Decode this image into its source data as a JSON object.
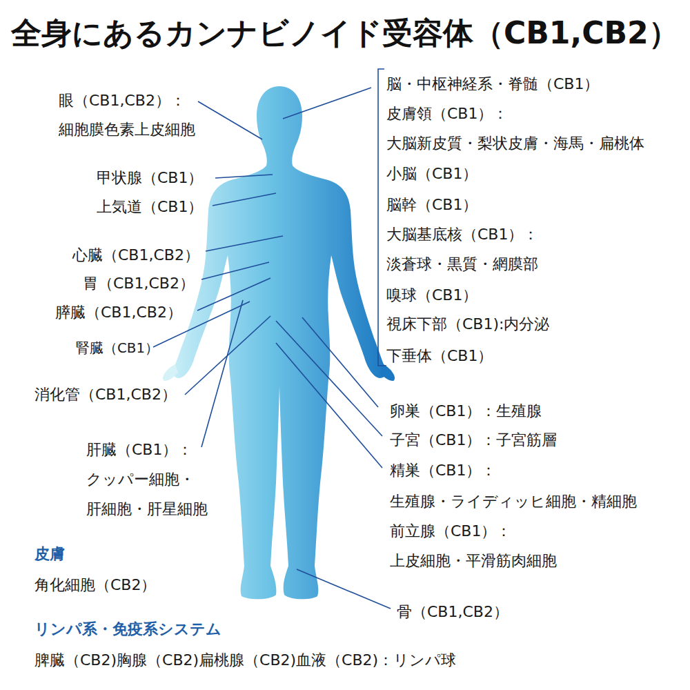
{
  "diagram": {
    "title": "全身にあるカンナビノイド受容体（CB1,CB2）",
    "labels": [
      "眼（CB1,CB2）：",
      "細胞膜色素上皮細胞",
      "甲状腺（CB1）",
      "上気道（CB1）",
      "心臓（CB1,CB2）",
      "胃（CB1,CB2）",
      "膵臓（CB1,CB2）",
      "腎臓（CB1）",
      "消化管（CB1,CB2）",
      "肝臓（CB1）：",
      "クッパー細胞・",
      "肝細胞・肝星細胞",
      "皮膚",
      "角化細胞（CB2）",
      "リンパ系・免疫系システム",
      "脾臓（CB2)胸腺（CB2)扁桃腺（CB2)血液（CB2)：リンパ球",
      "脳・中枢神経系・脊髄（CB1）",
      "皮膚領（CB1）：",
      "大脳新皮質・梨状皮膚・海馬・扁桃体",
      "小脳（CB1）",
      "脳幹（CB1）",
      "大脳基底核（CB1）：",
      "淡蒼球・黒質・網膜部",
      "嗅球（CB1）",
      "視床下部（CB1):内分泌",
      "下垂体（CB1）",
      "卵巣（CB1）：生殖腺",
      "子宮（CB1）：子宮筋層",
      "精巣（CB1）：",
      "生殖腺・ライディッヒ細胞・精細胞",
      "前立腺（CB1）：",
      "上皮細胞・平滑筋肉細胞",
      "骨（CB1,CB2）"
    ]
  }
}
